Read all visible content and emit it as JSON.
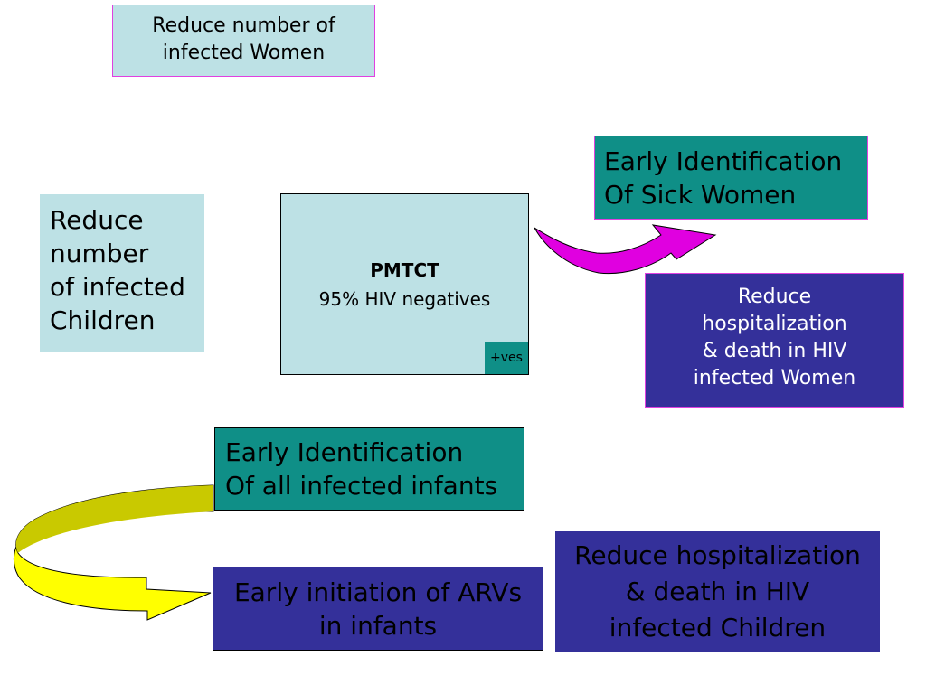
{
  "top_box": {
    "line1": "Reduce number of",
    "line2": "infected Women"
  },
  "reduce_children": {
    "lines": [
      "Reduce",
      "number",
      "of infected",
      "Children"
    ]
  },
  "pmtct": {
    "title": "PMTCT",
    "subtitle": "95% HIV negatives",
    "badge": "+ves"
  },
  "early_sick_women": {
    "line1": "Early Identification",
    "line2": "Of Sick Women"
  },
  "reduce_hosp_women": {
    "lines": [
      "Reduce",
      "hospitalization",
      "& death in HIV",
      "infected Women"
    ]
  },
  "early_infants": {
    "line1": "Early Identification",
    "line2": "Of all infected infants"
  },
  "early_arvs": {
    "line1": "Early initiation of ARVs",
    "line2": "in infants"
  },
  "reduce_hosp_children": {
    "lines": [
      "Reduce hospitalization",
      "& death in HIV",
      "infected Children"
    ]
  },
  "colors": {
    "light_box": "#bde1e5",
    "teal_box": "#0f8f87",
    "navy_box": "#34309a",
    "magenta_border": "#e040e0",
    "magenta_arrow": "#e000e0",
    "yellow_arrow": "#ffff00"
  },
  "icons": [
    "curved-arrow-magenta-icon",
    "curved-arrow-yellow-icon"
  ]
}
